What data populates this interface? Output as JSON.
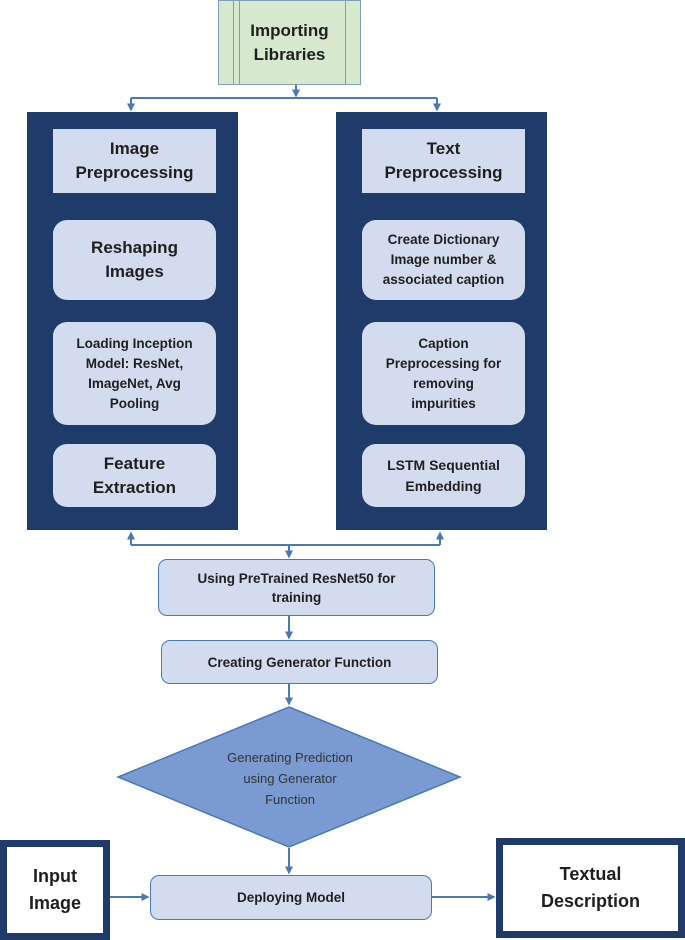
{
  "top": {
    "label": "Importing\nLibraries"
  },
  "left_panel": {
    "header": "Image\nPreprocessing",
    "steps": [
      "Reshaping\nImages",
      "Loading Inception\nModel: ResNet,\nImageNet, Avg\nPooling",
      "Feature\nExtraction"
    ]
  },
  "right_panel": {
    "header": "Text\nPreprocessing",
    "steps": [
      "Create Dictionary\nImage number &\nassociated caption",
      "Caption\nPreprocessing for\nremoving\nimpurities",
      "LSTM Sequential\nEmbedding"
    ]
  },
  "flow": {
    "training": "Using PreTrained ResNet50 for\ntraining",
    "generator": "Creating Generator Function",
    "prediction": "Generating Prediction\nusing Generator\nFunction",
    "deploy": "Deploying Model"
  },
  "input": "Input\nImage",
  "output": "Textual\nDescription",
  "colors": {
    "panel": "#1f3b6a",
    "box_fill": "#d3dcef",
    "arrow": "#4a78b8",
    "diamond": "#7a9bd1",
    "libraries_fill": "#d6e9cf"
  }
}
